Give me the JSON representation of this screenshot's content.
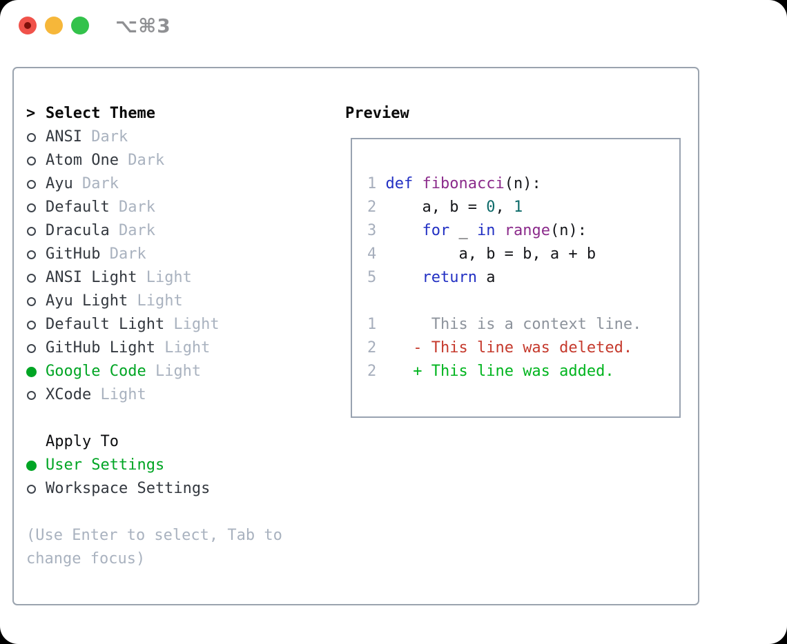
{
  "titlebar": {
    "shortcut": "⌥⌘3"
  },
  "colors": {
    "accent_green": "#00a524",
    "diff_added": "#00b41e",
    "diff_deleted": "#c5392c",
    "diff_context": "#8d939c",
    "syntax_keyword": "#2230c3",
    "syntax_function": "#8b2b8b",
    "syntax_number": "#0c6a69",
    "muted_gray": "#a9b2bf",
    "traffic_red": "#f0524a",
    "traffic_yellow": "#f6b73a",
    "traffic_green": "#33c24b"
  },
  "theme_panel": {
    "cursor": ">",
    "header": "Select Theme",
    "items": [
      {
        "name": "ANSI",
        "variant": "Dark",
        "selected": false
      },
      {
        "name": "Atom One",
        "variant": "Dark",
        "selected": false
      },
      {
        "name": "Ayu",
        "variant": "Dark",
        "selected": false
      },
      {
        "name": "Default",
        "variant": "Dark",
        "selected": false
      },
      {
        "name": "Dracula",
        "variant": "Dark",
        "selected": false
      },
      {
        "name": "GitHub",
        "variant": "Dark",
        "selected": false
      },
      {
        "name": "ANSI Light",
        "variant": "Light",
        "selected": false
      },
      {
        "name": "Ayu Light",
        "variant": "Light",
        "selected": false
      },
      {
        "name": "Default Light",
        "variant": "Light",
        "selected": false
      },
      {
        "name": "GitHub Light",
        "variant": "Light",
        "selected": false
      },
      {
        "name": "Google Code",
        "variant": "Light",
        "selected": true
      },
      {
        "name": "XCode",
        "variant": "Light",
        "selected": false
      }
    ],
    "apply_to": {
      "header": "Apply To",
      "options": [
        {
          "label": "User Settings",
          "selected": true
        },
        {
          "label": "Workspace Settings",
          "selected": false
        }
      ]
    },
    "hint_lines": [
      "(Use Enter to select, Tab to",
      "change focus)"
    ]
  },
  "preview": {
    "header": "Preview",
    "code_lines": [
      {
        "num": "1",
        "tokens": [
          {
            "t": "def",
            "c": "kw"
          },
          {
            "t": " ",
            "c": "pl"
          },
          {
            "t": "fibonacci",
            "c": "fn"
          },
          {
            "t": "(n):",
            "c": "pl"
          }
        ]
      },
      {
        "num": "2",
        "tokens": [
          {
            "t": "    a, b = ",
            "c": "pl"
          },
          {
            "t": "0",
            "c": "num"
          },
          {
            "t": ", ",
            "c": "pl"
          },
          {
            "t": "1",
            "c": "num"
          }
        ]
      },
      {
        "num": "3",
        "tokens": [
          {
            "t": "    ",
            "c": "pl"
          },
          {
            "t": "for",
            "c": "kw"
          },
          {
            "t": " _ ",
            "c": "pl"
          },
          {
            "t": "in",
            "c": "kw"
          },
          {
            "t": " ",
            "c": "pl"
          },
          {
            "t": "range",
            "c": "fn"
          },
          {
            "t": "(n):",
            "c": "pl"
          }
        ]
      },
      {
        "num": "4",
        "tokens": [
          {
            "t": "        a, b = b, a + b",
            "c": "pl"
          }
        ]
      },
      {
        "num": "5",
        "tokens": [
          {
            "t": "    ",
            "c": "pl"
          },
          {
            "t": "return",
            "c": "kw"
          },
          {
            "t": " a",
            "c": "pl"
          }
        ]
      }
    ],
    "diff_lines": [
      {
        "num": "1",
        "tokens": [
          {
            "t": "     This is a context line.",
            "c": "ctx"
          }
        ]
      },
      {
        "num": "2",
        "tokens": [
          {
            "t": "   ",
            "c": "pl"
          },
          {
            "t": "- This line was deleted.",
            "c": "del"
          }
        ]
      },
      {
        "num": "2",
        "tokens": [
          {
            "t": "   ",
            "c": "pl"
          },
          {
            "t": "+ This line was added.",
            "c": "add"
          }
        ]
      }
    ]
  }
}
